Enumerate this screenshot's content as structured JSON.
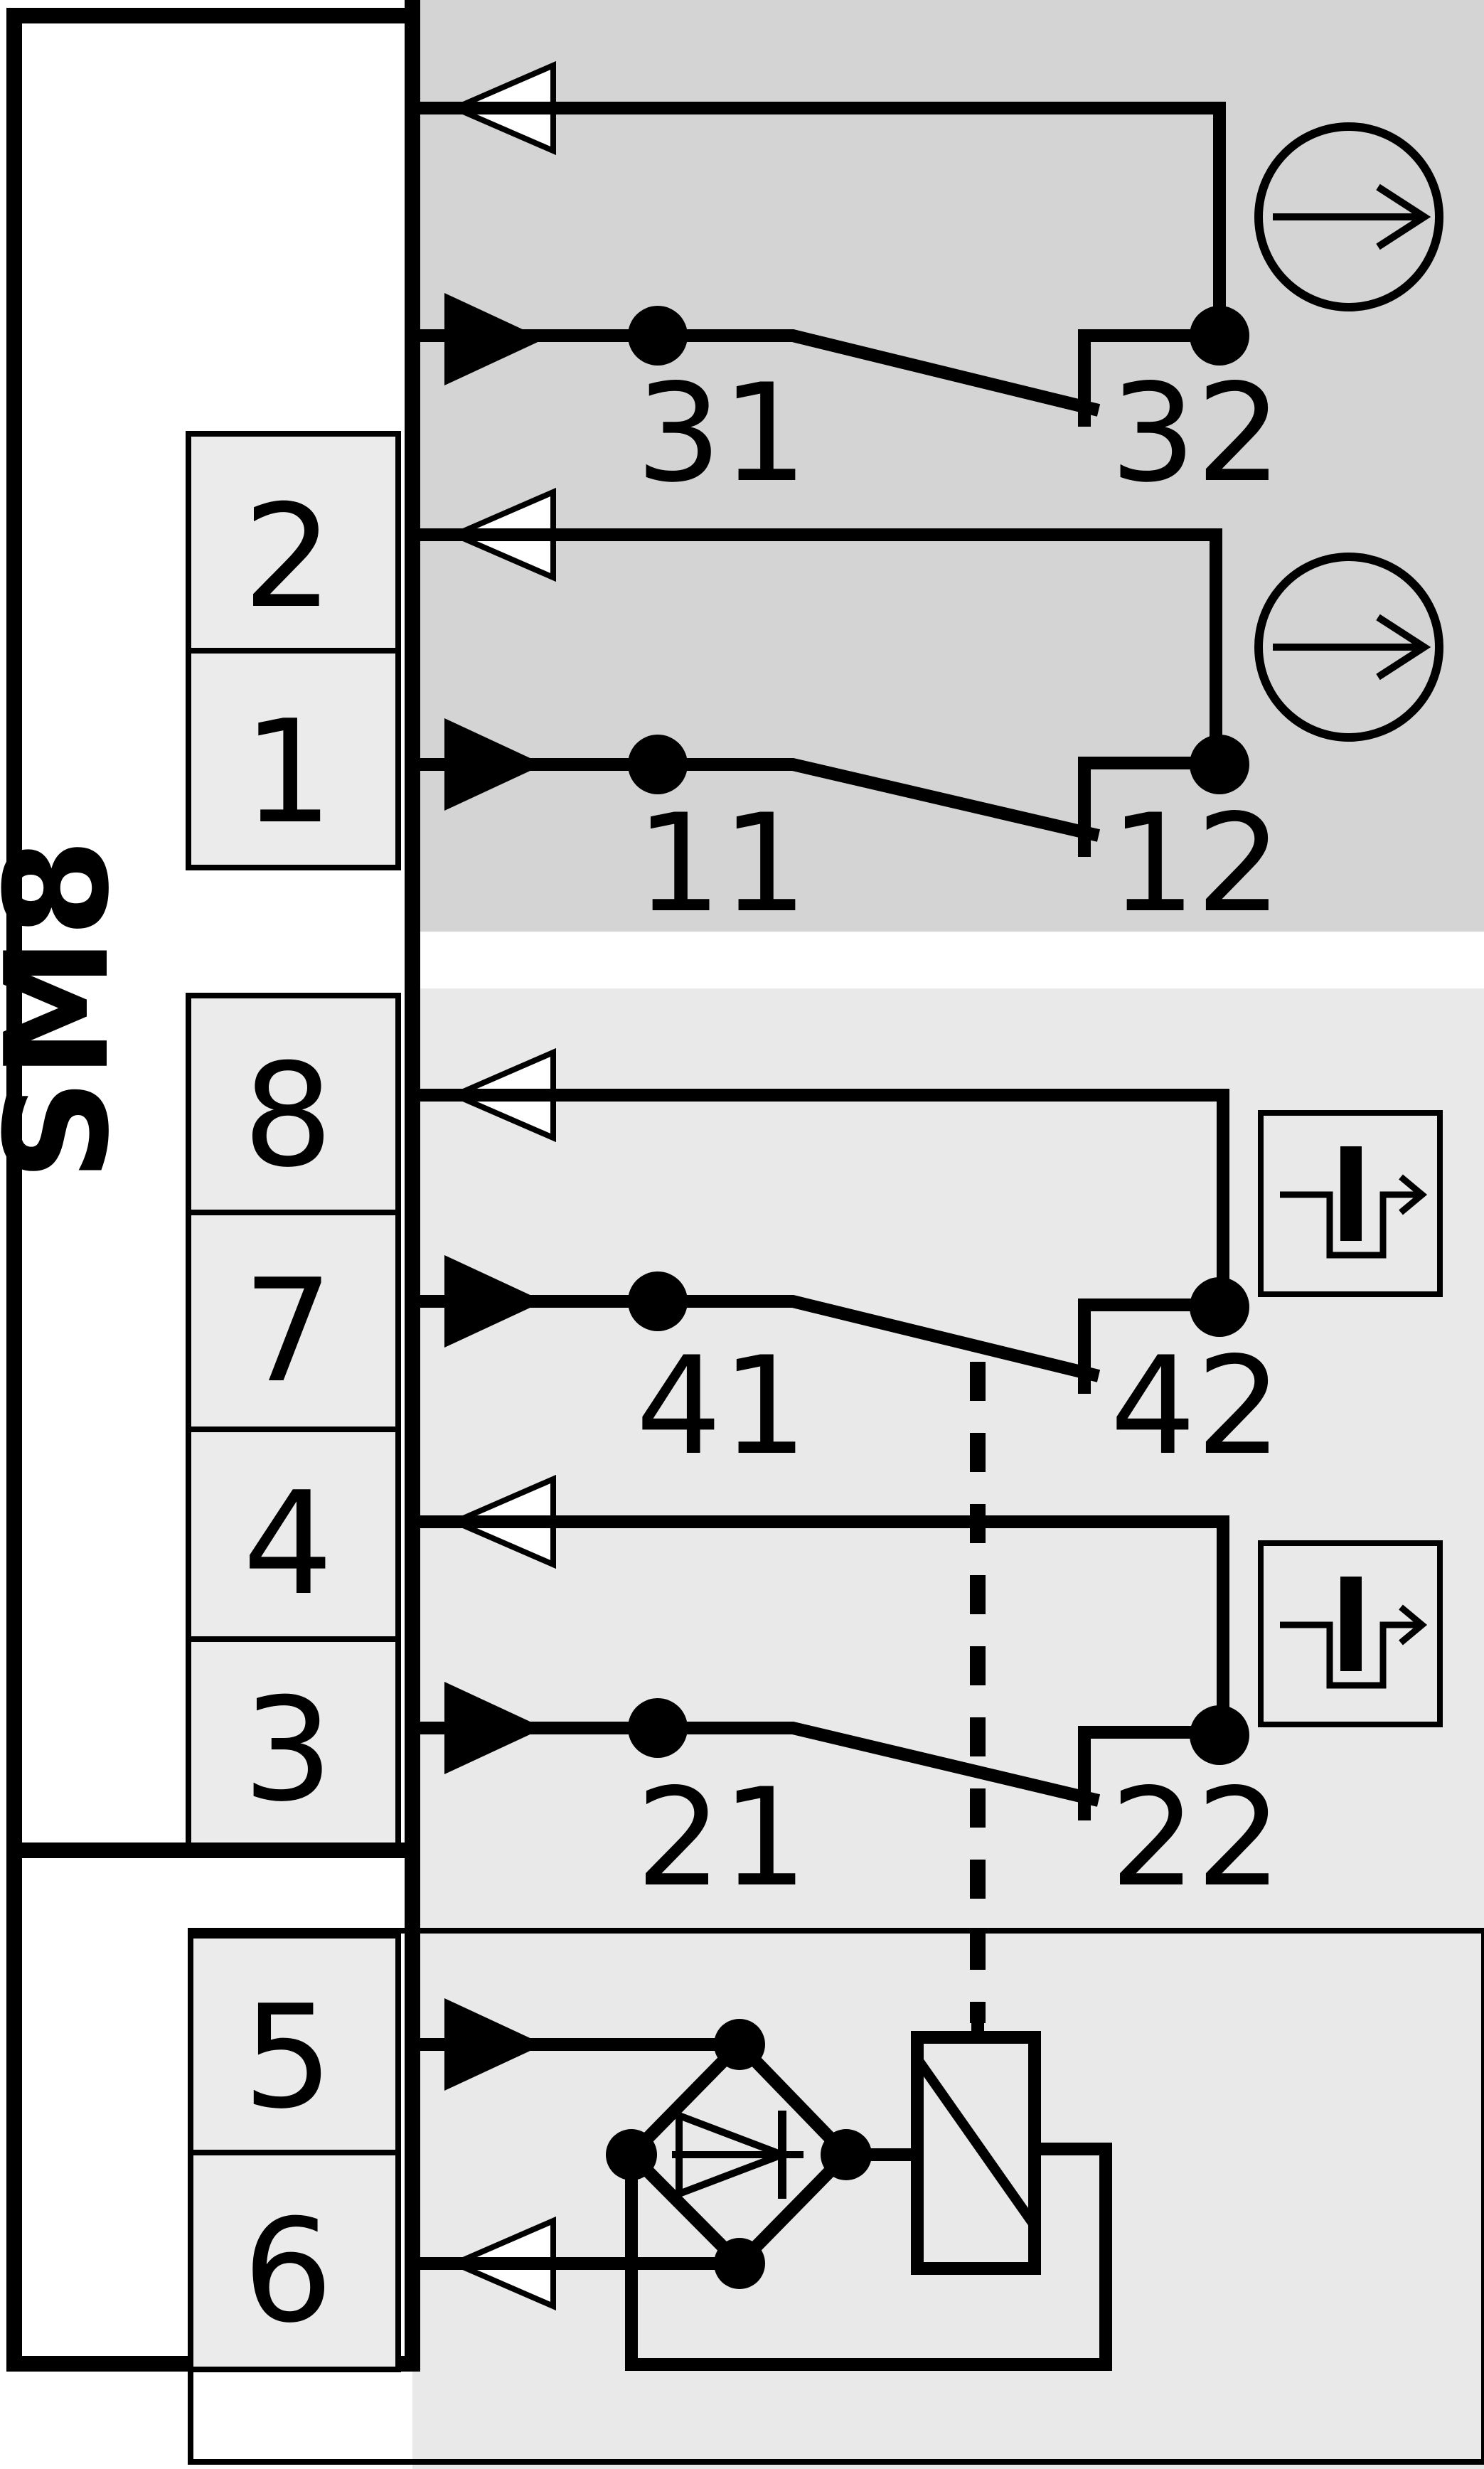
{
  "connector": {
    "label": "SM8"
  },
  "pins": [
    {
      "id": "pin-2",
      "label": "2"
    },
    {
      "id": "pin-1",
      "label": "1"
    },
    {
      "id": "pin-8",
      "label": "8"
    },
    {
      "id": "pin-7",
      "label": "7"
    },
    {
      "id": "pin-4",
      "label": "4"
    },
    {
      "id": "pin-3",
      "label": "3"
    },
    {
      "id": "pin-5",
      "label": "5"
    },
    {
      "id": "pin-6",
      "label": "6"
    }
  ],
  "terminals": [
    {
      "id": "t31",
      "label": "31"
    },
    {
      "id": "t32",
      "label": "32"
    },
    {
      "id": "t11",
      "label": "11"
    },
    {
      "id": "t12",
      "label": "12"
    },
    {
      "id": "t41",
      "label": "41"
    },
    {
      "id": "t42",
      "label": "42"
    },
    {
      "id": "t21",
      "label": "21"
    },
    {
      "id": "t22",
      "label": "22"
    }
  ],
  "colors": {
    "upper_panel": "#d4d4d4",
    "lower_panel": "#e9e9e9",
    "pin_box": "#ebebeb",
    "line": "#000000"
  },
  "icons": [
    "position-monitoring-icon",
    "position-monitoring-icon",
    "lock-monitoring-icon",
    "lock-monitoring-icon",
    "solenoid-coil-icon",
    "bridge-rectifier-icon"
  ]
}
